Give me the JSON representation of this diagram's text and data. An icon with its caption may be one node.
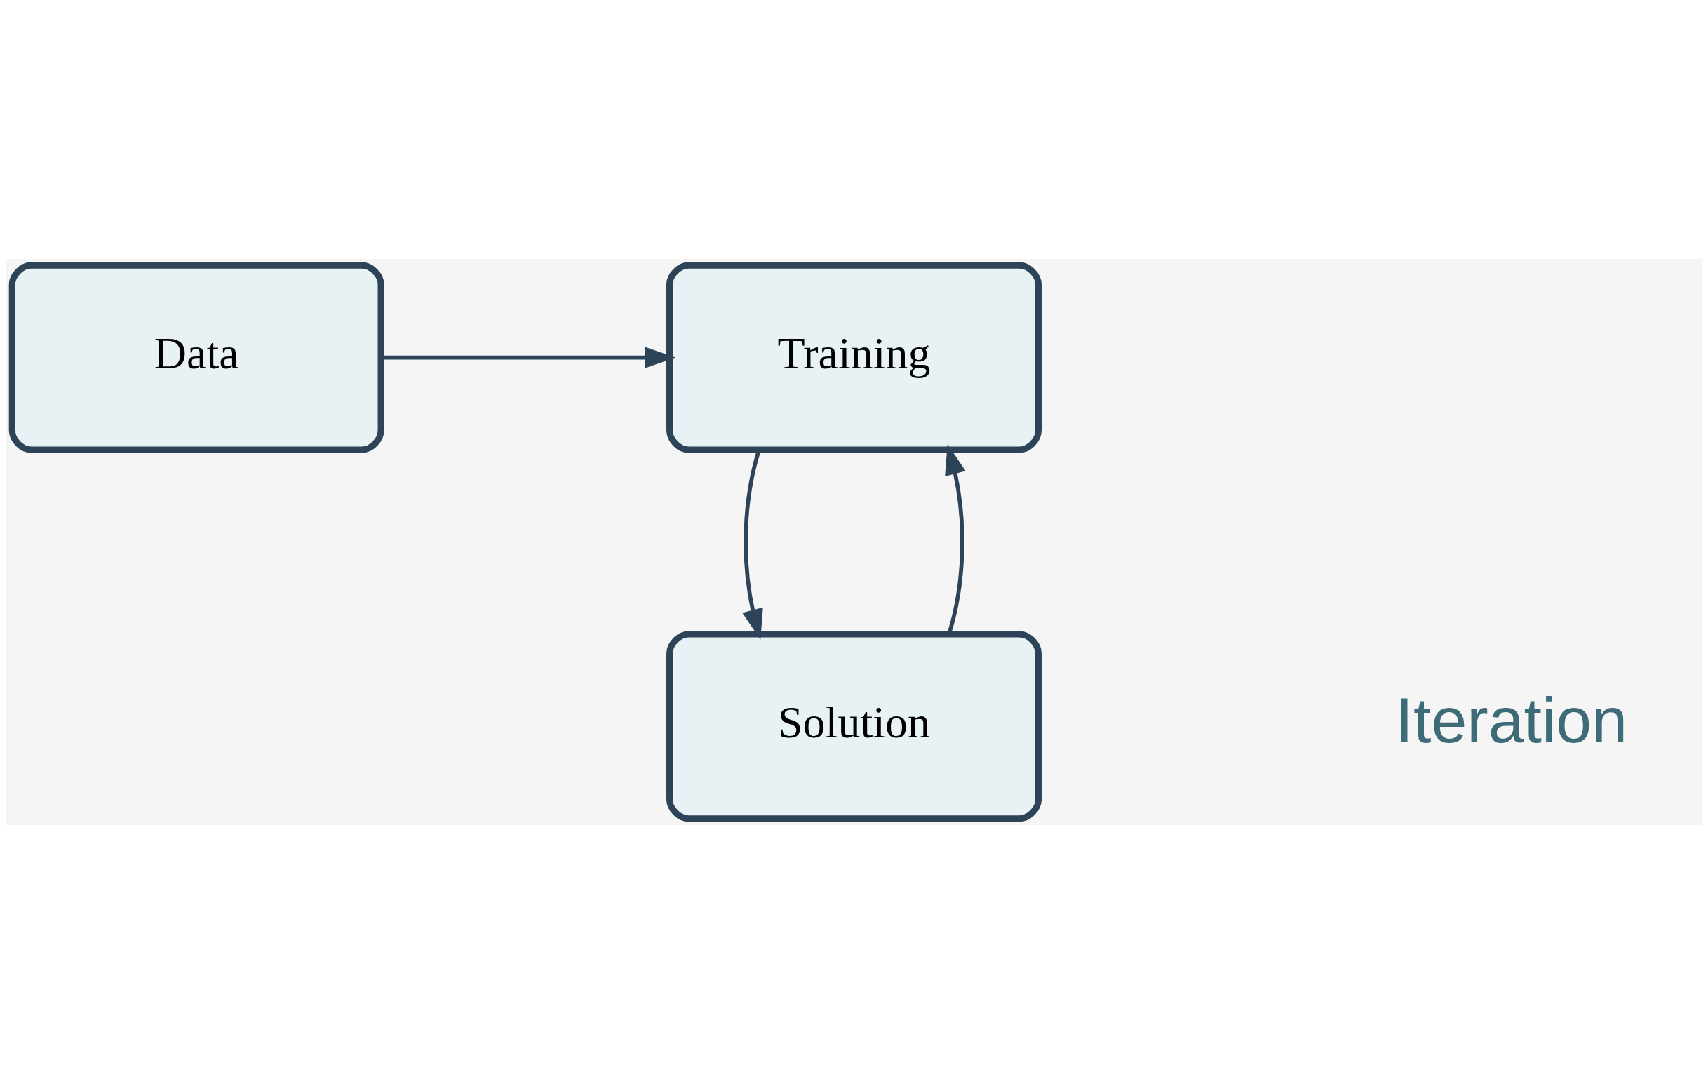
{
  "diagram": {
    "nodes": [
      {
        "text": [
          "Data"
        ]
      },
      {
        "text": [
          "Training"
        ]
      },
      {
        "text": [
          "Solution"
        ]
      }
    ],
    "edges": [
      {
        "from": 0,
        "to": 1,
        "arrow": "to"
      },
      {
        "from": 2,
        "to": 1,
        "arrow": "to"
      },
      {
        "from": 1,
        "to": 2,
        "arrow": "to"
      }
    ],
    "labels": [
      "Iteration"
    ]
  }
}
